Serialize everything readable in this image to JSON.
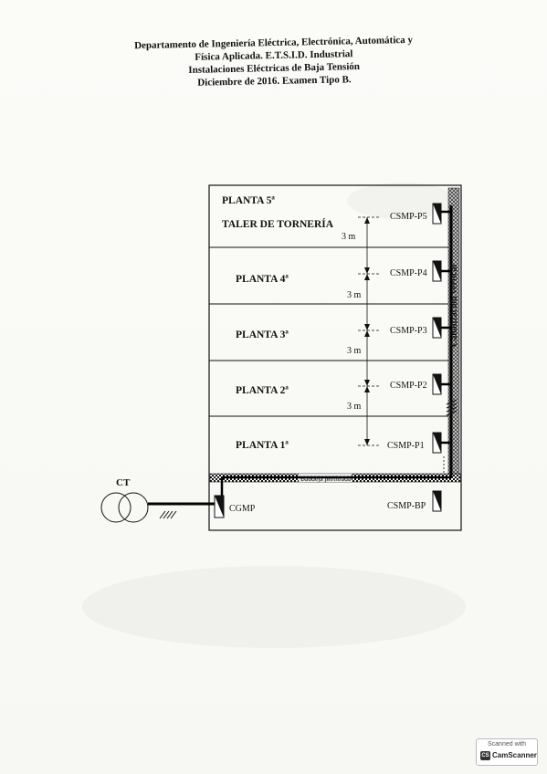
{
  "header": {
    "line1": "Departamento de Ingeniería Eléctrica, Electrónica, Automática y",
    "line2": "Física Aplicada. E.T.S.I.D. Industrial",
    "line3": "Instalaciones Eléctricas de Baja Tensión",
    "line4": "Diciembre de 2016. Examen Tipo B."
  },
  "diagram": {
    "floors": [
      {
        "name": "PLANTA 5ª",
        "subtitle": "TALER DE TORNERÍA",
        "panel": "CSMP-P5"
      },
      {
        "name": "PLANTA 4ª",
        "panel": "CSMP-P4"
      },
      {
        "name": "PLANTA 3ª",
        "panel": "CSMP-P3"
      },
      {
        "name": "PLANTA 2ª",
        "panel": "CSMP-P2"
      },
      {
        "name": "PLANTA 1ª",
        "panel": "CSMP-P1"
      }
    ],
    "heights": [
      "3 m",
      "3 m",
      "3 m",
      "3 m"
    ],
    "vertical_channel_label": "Canalización vertical",
    "tray_label": "Bandeja perforada",
    "transformer_label": "CT",
    "main_panel_label": "CGMP",
    "ground_panel_label": "CSMP-BP"
  },
  "watermark": {
    "line1": "Scanned with",
    "brand": "CamScanner",
    "logo_text": "CS"
  }
}
